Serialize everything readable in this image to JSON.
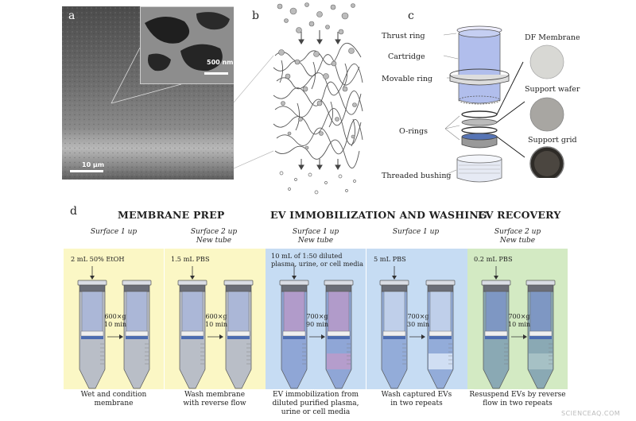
{
  "panels": {
    "a": "a",
    "b": "b",
    "c": "c",
    "d": "d"
  },
  "panel_a": {
    "scale_large": "500 nm",
    "scale_small": "10 µm"
  },
  "panel_c": {
    "labels": [
      "Thrust ring",
      "Cartridge",
      "Movable ring",
      "O-rings",
      "Threaded bushing"
    ],
    "parts": [
      "DF Membrane",
      "Support wafer",
      "Support grid"
    ]
  },
  "panel_d": {
    "headers": [
      "MEMBRANE PREP",
      "EV IMMOBILIZATION AND WASHING",
      "EV RECOVERY"
    ],
    "steps": [
      {
        "surface": "Surface 1 up",
        "volume": "2 mL 50% EtOH",
        "spin": [
          "600×g",
          "10 min"
        ],
        "caption": [
          "Wet and condition",
          "membrane"
        ],
        "color": "#fbf7c5"
      },
      {
        "surface": "Surface 2 up",
        "tube": "New tube",
        "volume": "1.5 mL PBS",
        "spin": [
          "600×g",
          "10 min"
        ],
        "caption": [
          "Wash membrane",
          "with reverse flow"
        ],
        "color": "#fbf7c5"
      },
      {
        "surface": "Surface 1 up",
        "tube": "New tube",
        "volume": "10 mL of 1:50 diluted plasma, urine, or cell media",
        "spin": [
          "700×g",
          "90 min"
        ],
        "caption": [
          "EV immobilization from",
          "diluted purified plasma,",
          "urine or cell media"
        ],
        "color": "#c6dcf3"
      },
      {
        "surface": "Surface 1 up",
        "volume": "5 mL PBS",
        "spin": [
          "700×g",
          "30 min"
        ],
        "caption": [
          "Wash captured EVs",
          "in two repeats"
        ],
        "color": "#c6dcf3"
      },
      {
        "surface": "Surface 2 up",
        "tube": "New tube",
        "volume": "0.2 mL PBS",
        "spin": [
          "700×g",
          "10 min"
        ],
        "caption": [
          "Resuspend EVs by reverse",
          "flow in two repeats"
        ],
        "color": "#d3eac3"
      }
    ]
  },
  "watermark": "SCIENCEAQ.COM"
}
